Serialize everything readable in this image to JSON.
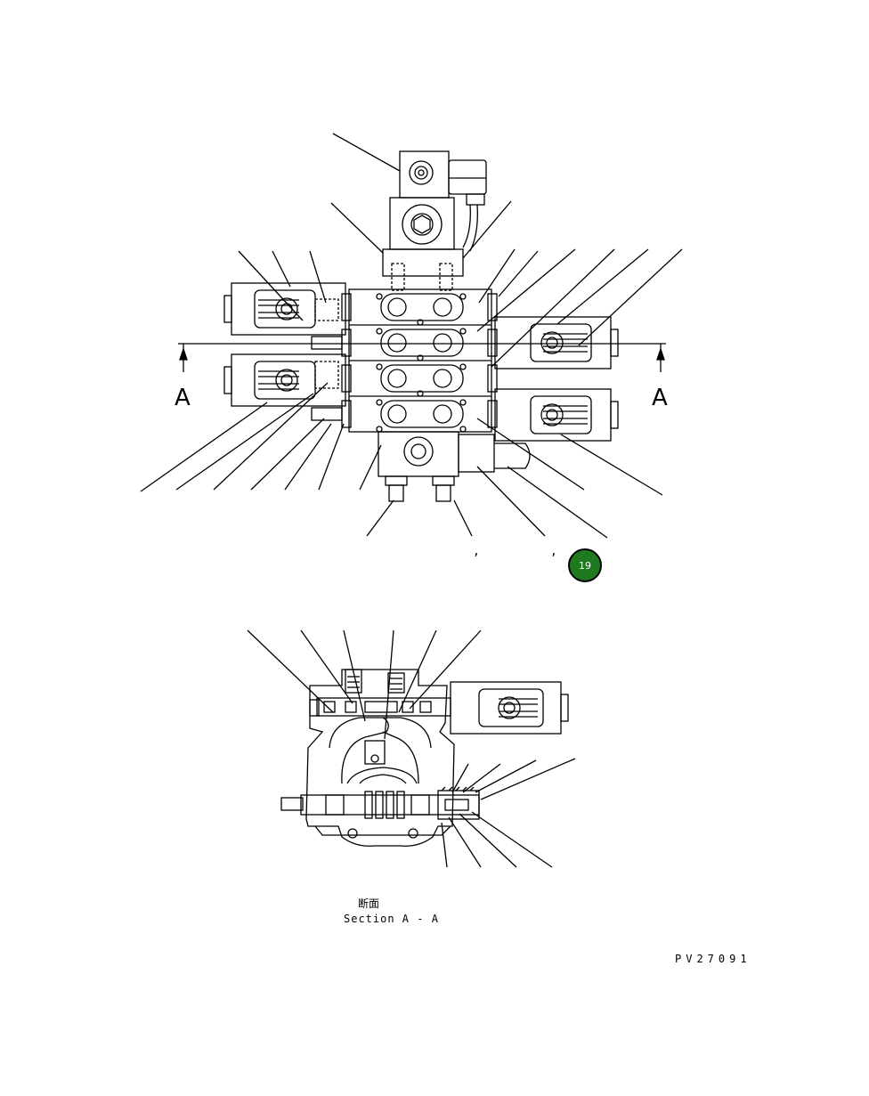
{
  "section_marker": "A",
  "section_title_jp": "断面",
  "section_title_en": "Section A - A",
  "drawing_number": "PV27091",
  "commas": [
    ",",
    ","
  ],
  "callout_badge": {
    "label": "19",
    "color": "#1f7a1f"
  }
}
